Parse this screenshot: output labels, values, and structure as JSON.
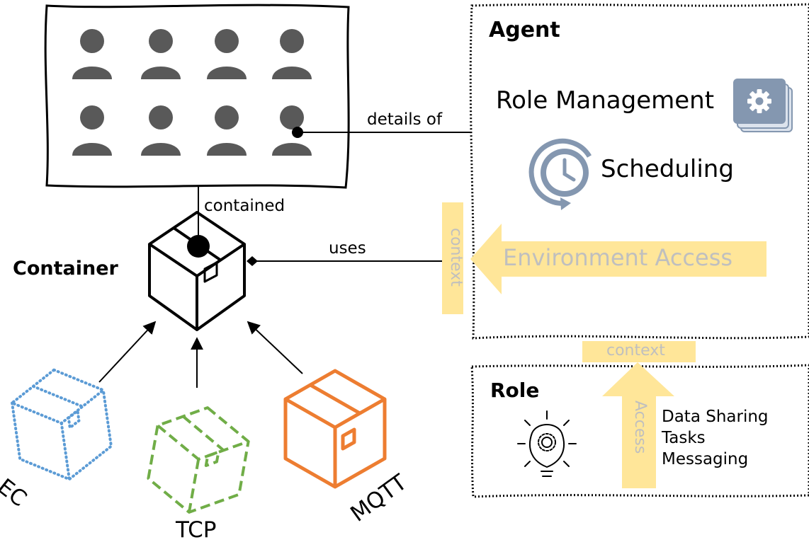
{
  "crowd": {
    "connector_label": "details of",
    "contained_label": "contained"
  },
  "container": {
    "title": "Container",
    "uses_label": "uses"
  },
  "protocols": [
    {
      "name": "EC",
      "color": "#5b9bd5"
    },
    {
      "name": "TCP",
      "color": "#70ad47"
    },
    {
      "name": "MQTT",
      "color": "#ed7d31"
    }
  ],
  "agent": {
    "title": "Agent",
    "role_management": "Role Management",
    "scheduling": "Scheduling",
    "environment_access": "Environment Access",
    "context_vertical": "context",
    "context_horizontal": "context"
  },
  "role": {
    "title": "Role",
    "access_label": "Access",
    "items": [
      "Data Sharing",
      "Tasks",
      "Messaging"
    ]
  },
  "colors": {
    "icon_gray": "#595959",
    "arrow_yellow": "#ffe699",
    "icon_blue": "#8497b0",
    "label_gray": "#bfbfbf"
  }
}
